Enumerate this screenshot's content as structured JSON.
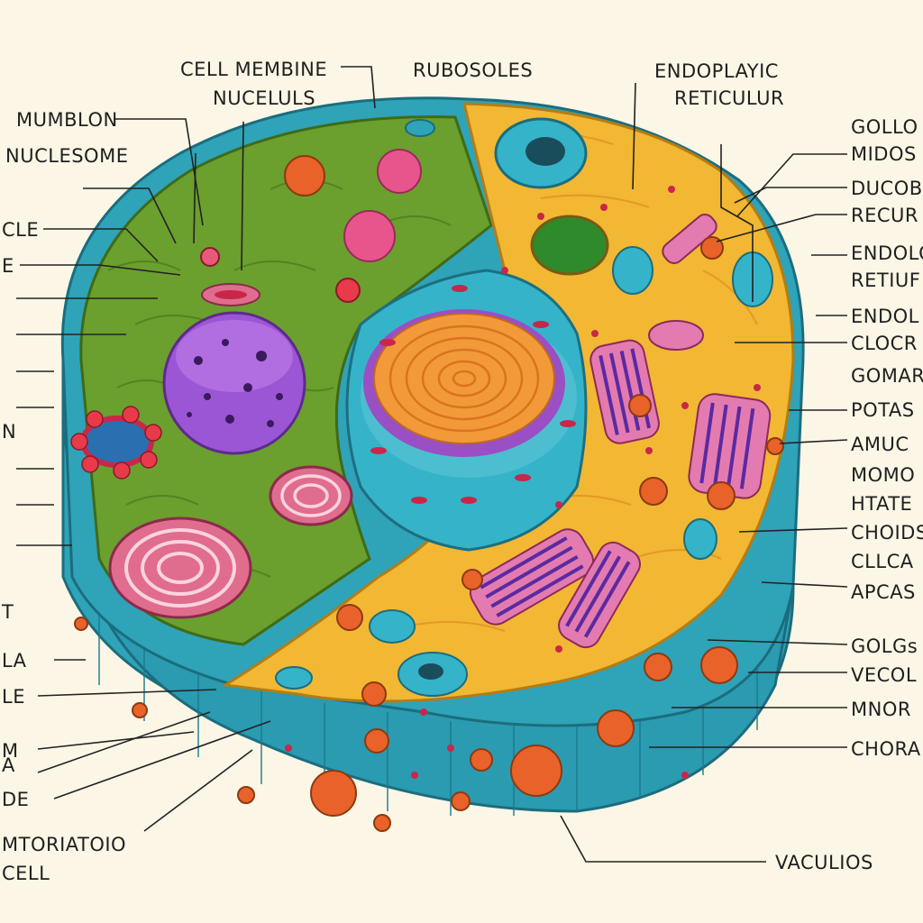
{
  "labels": {
    "top_cell_membrane": "CELL MEMBINE",
    "top_nuceluls": "NUCELULS",
    "top_rubosoles": "RUBOSOLES",
    "top_endoplayic": "ENDOPLAYIC",
    "top_reticulur": "RETICULUR",
    "left_mumblon": "MUMBLON",
    "left_nuclesome": "NUCLESOME",
    "left_cle": "CLE",
    "left_e": "E",
    "left_n": "N",
    "left_t": "T",
    "left_la": "LA",
    "left_le": "LE",
    "left_m": "M",
    "left_a": "A",
    "left_de": "DE",
    "bottom_mtoriatoio": "MTORIATOIO",
    "bottom_cell": "CELL",
    "bottom_vaculios": "VACULIOS",
    "right_gollo": "GOLLO C",
    "right_midos": "MIDOS",
    "right_ducob": "DUCOB",
    "right_recur": "RECUR",
    "right_endolo": "ENDOLO",
    "right_retiuf": "RETIUF",
    "right_endol": "ENDOL",
    "right_clocr": "CLOCR",
    "right_gomar": "GOMAR",
    "right_potas": "POTAS",
    "right_amuc": "AMUC",
    "right_momo": "MOMO",
    "right_htate": "HTATE",
    "right_choids": "CHOIDS",
    "right_clca": "CLLCA",
    "right_apcas": "APCAS",
    "right_golg": "GOLGs",
    "right_vecol": "VECOL",
    "right_mnor": "MNOR",
    "right_chora": "CHORA"
  },
  "colors": {
    "background": "#fbf6e6",
    "wall": "#2fa3b8",
    "wall_dark": "#1f7f93",
    "green_cytoplasm": "#6b9f2e",
    "yellow_cytoplasm": "#f2b733",
    "nucleus_body": "#35b3c9",
    "nucleolus": "#f29a3a",
    "orange_vesicle": "#e8622a",
    "purple_sphere": "#9b56d6"
  }
}
